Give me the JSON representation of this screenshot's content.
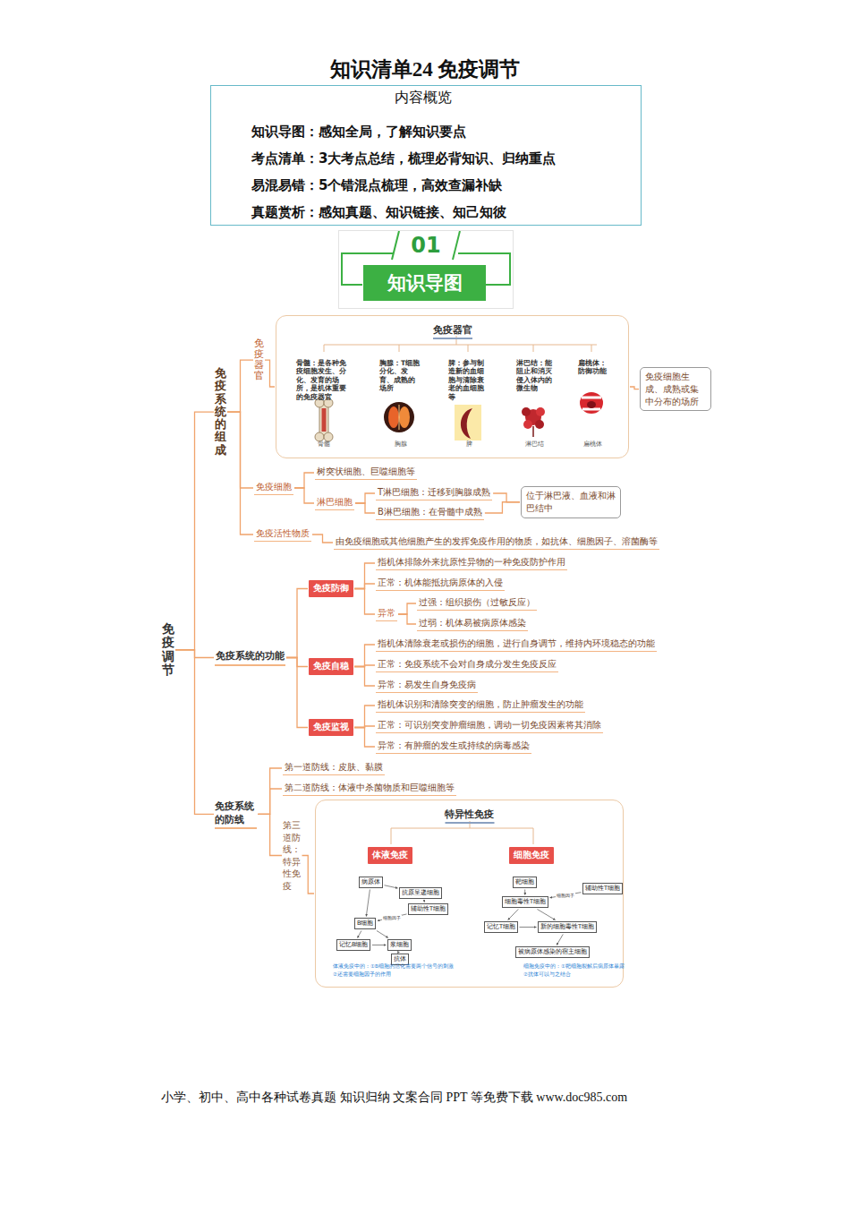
{
  "diagram": {
    "title": "知识清单24 免疫调节",
    "nodes": [
      {
        "text": [
          "内容概览",
          "知识导图：感知全局，了解知识要点",
          "考点清单：3大考点总结，梳理必背知识、归纳重点",
          "易混易错：5个错混点梳理，高效查漏补缺",
          "真题赏析：感知真题、知识链接、知己知彼"
        ]
      },
      {
        "text": [
          "01",
          "知识导图"
        ]
      },
      {
        "text": [
          "免疫调节"
        ]
      },
      {
        "text": [
          "免疫系统的组成"
        ]
      },
      {
        "text": [
          "免疫器官"
        ]
      },
      {
        "text": [
          "免疫器官"
        ]
      },
      {
        "text": [
          "骨髓：是各种免疫细胞发生、分化、发育的场所，是机体重要的免疫器官",
          "骨髓"
        ],
        "in": 5
      },
      {
        "text": [
          "胸腺：T细胞分化、发育、成熟的场所",
          "胸腺"
        ],
        "in": 5
      },
      {
        "text": [
          "脾：参与制造新的血细胞与清除衰老的血细胞等",
          "脾"
        ],
        "in": 5
      },
      {
        "text": [
          "淋巴结：能阻止和消灭侵入体内的微生物",
          "淋巴结"
        ],
        "in": 5
      },
      {
        "text": [
          "扁桃体：防御功能",
          "扁桃体"
        ],
        "in": 5
      },
      {
        "text": [
          "免疫细胞生成、成熟或集中分布的场所"
        ]
      },
      {
        "text": [
          "免疫细胞"
        ]
      },
      {
        "text": [
          "树突状细胞、巨噬细胞等"
        ]
      },
      {
        "text": [
          "淋巴细胞"
        ]
      },
      {
        "text": [
          "T淋巴细胞：迁移到胸腺成熟"
        ]
      },
      {
        "text": [
          "B淋巴细胞：在骨髓中成熟"
        ]
      },
      {
        "text": [
          "位于淋巴液、血液和淋巴结中"
        ]
      },
      {
        "text": [
          "免疫活性物质"
        ]
      },
      {
        "text": [
          "由免疫细胞或其他细胞产生的发挥免疫作用的物质，如抗体、细胞因子、溶菌酶等"
        ]
      },
      {
        "text": [
          "免疫系统的功能"
        ]
      },
      {
        "text": [
          "免疫防御"
        ]
      },
      {
        "text": [
          "指机体排除外来抗原性异物的一种免疫防护作用"
        ]
      },
      {
        "text": [
          "正常：机体能抵抗病原体的入侵"
        ]
      },
      {
        "text": [
          "异常"
        ]
      },
      {
        "text": [
          "过强：组织损伤（过敏反应）"
        ]
      },
      {
        "text": [
          "过弱：机体易被病原体感染"
        ]
      },
      {
        "text": [
          "免疫自稳"
        ]
      },
      {
        "text": [
          "指机体清除衰老或损伤的细胞，进行自身调节，维持内环境稳态的功能"
        ]
      },
      {
        "text": [
          "正常：免疫系统不会对自身成分发生免疫反应"
        ]
      },
      {
        "text": [
          "异常：易发生自身免疫病"
        ]
      },
      {
        "text": [
          "免疫监视"
        ]
      },
      {
        "text": [
          "指机体识别和清除突变的细胞，防止肿瘤发生的功能"
        ]
      },
      {
        "text": [
          "正常：可识别突变肿瘤细胞，调动一切免疫因素将其消除"
        ]
      },
      {
        "text": [
          "异常：有肿瘤的发生或持续的病毒感染"
        ]
      },
      {
        "text": [
          "免疫系统的防线"
        ]
      },
      {
        "text": [
          "第一道防线：皮肤、黏膜"
        ]
      },
      {
        "text": [
          "第二道防线：体液中杀菌物质和巨噬细胞等"
        ]
      },
      {
        "text": [
          "第三道防线：特异性免疫"
        ]
      },
      {
        "text": [
          "特异性免疫"
        ]
      },
      {
        "text": [
          "体液免疫"
        ],
        "in": 39
      },
      {
        "text": [
          "细胞免疫"
        ],
        "in": 39
      },
      {
        "text": [
          "病原体"
        ],
        "in": 39
      },
      {
        "text": [
          "抗原呈递细胞"
        ],
        "in": 39
      },
      {
        "text": [
          "辅助性T细胞"
        ],
        "in": 39
      },
      {
        "text": [
          "B细胞"
        ],
        "in": 39
      },
      {
        "text": [
          "记忆B细胞"
        ],
        "in": 39
      },
      {
        "text": [
          "浆细胞"
        ],
        "in": 39
      },
      {
        "text": [
          "抗体"
        ],
        "in": 39
      },
      {
        "text": [
          "靶细胞"
        ],
        "in": 39
      },
      {
        "text": [
          "辅助性T细胞"
        ],
        "in": 39
      },
      {
        "text": [
          "细胞毒性T细胞"
        ],
        "in": 39
      },
      {
        "text": [
          "记忆T细胞"
        ],
        "in": 39
      },
      {
        "text": [
          "新的细胞毒性T细胞"
        ],
        "in": 39
      },
      {
        "text": [
          "被病原体感染的宿主细胞"
        ],
        "in": 39
      }
    ],
    "edges": [
      {
        "from": 2,
        "to": 3,
        "arrow": "none"
      },
      {
        "from": 2,
        "to": 20,
        "arrow": "none"
      },
      {
        "from": 2,
        "to": 35,
        "arrow": "none"
      },
      {
        "from": 3,
        "to": 4,
        "arrow": "none"
      },
      {
        "from": 3,
        "to": 12,
        "arrow": "none"
      },
      {
        "from": 3,
        "to": 18,
        "arrow": "none"
      },
      {
        "from": 4,
        "to": 5,
        "arrow": "none"
      },
      {
        "from": 5,
        "to": 11,
        "arrow": "none"
      },
      {
        "from": 12,
        "to": 13,
        "arrow": "none"
      },
      {
        "from": 12,
        "to": 14,
        "arrow": "none"
      },
      {
        "from": 14,
        "to": 15,
        "arrow": "none"
      },
      {
        "from": 14,
        "to": 16,
        "arrow": "none"
      },
      {
        "from": 15,
        "to": 17,
        "arrow": "none"
      },
      {
        "from": 16,
        "to": 17,
        "arrow": "none"
      },
      {
        "from": 18,
        "to": 19,
        "arrow": "none"
      },
      {
        "from": 20,
        "to": 21,
        "arrow": "none"
      },
      {
        "from": 20,
        "to": 27,
        "arrow": "none"
      },
      {
        "from": 20,
        "to": 31,
        "arrow": "none"
      },
      {
        "from": 21,
        "to": 22,
        "arrow": "none"
      },
      {
        "from": 21,
        "to": 23,
        "arrow": "none"
      },
      {
        "from": 21,
        "to": 24,
        "arrow": "none"
      },
      {
        "from": 24,
        "to": 25,
        "arrow": "none"
      },
      {
        "from": 24,
        "to": 26,
        "arrow": "none"
      },
      {
        "from": 27,
        "to": 28,
        "arrow": "none"
      },
      {
        "from": 27,
        "to": 29,
        "arrow": "none"
      },
      {
        "from": 27,
        "to": 30,
        "arrow": "none"
      },
      {
        "from": 31,
        "to": 32,
        "arrow": "none"
      },
      {
        "from": 31,
        "to": 33,
        "arrow": "none"
      },
      {
        "from": 31,
        "to": 34,
        "arrow": "none"
      },
      {
        "from": 35,
        "to": 36,
        "arrow": "none"
      },
      {
        "from": 35,
        "to": 37,
        "arrow": "none"
      },
      {
        "from": 35,
        "to": 38,
        "arrow": "none"
      },
      {
        "from": 38,
        "to": 39,
        "arrow": "none"
      },
      {
        "from": 42,
        "to": 43,
        "arrow": "to"
      },
      {
        "from": 42,
        "to": 45,
        "arrow": "to"
      },
      {
        "from": 43,
        "to": 44,
        "arrow": "to"
      },
      {
        "from": 44,
        "to": 45,
        "arrow": "to",
        "label": "细胞因子"
      },
      {
        "from": 45,
        "to": 46,
        "arrow": "to"
      },
      {
        "from": 45,
        "to": 47,
        "arrow": "to"
      },
      {
        "from": 46,
        "to": 47,
        "arrow": "to"
      },
      {
        "from": 47,
        "to": 48,
        "arrow": "to"
      },
      {
        "from": 49,
        "to": 51,
        "arrow": "to"
      },
      {
        "from": 50,
        "to": 51,
        "arrow": "to",
        "label": "细胞因子"
      },
      {
        "from": 51,
        "to": 52,
        "arrow": "to"
      },
      {
        "from": 51,
        "to": 53,
        "arrow": "to"
      },
      {
        "from": 52,
        "to": 53,
        "arrow": "to"
      },
      {
        "from": 53,
        "to": 54,
        "arrow": "to"
      }
    ],
    "labels": [
      "小学、初中、高中各种试卷真题 知识归纳 文案合同 PPT 等免费下载 www.doc985.com",
      "体液免疫中的：①B细胞的活化需要两个信号的刺激",
      "②还需要细胞因子的作用",
      "细胞免疫中的：①靶细胞裂解后病原体暴露",
      "②抗体可以与之结合"
    ]
  }
}
